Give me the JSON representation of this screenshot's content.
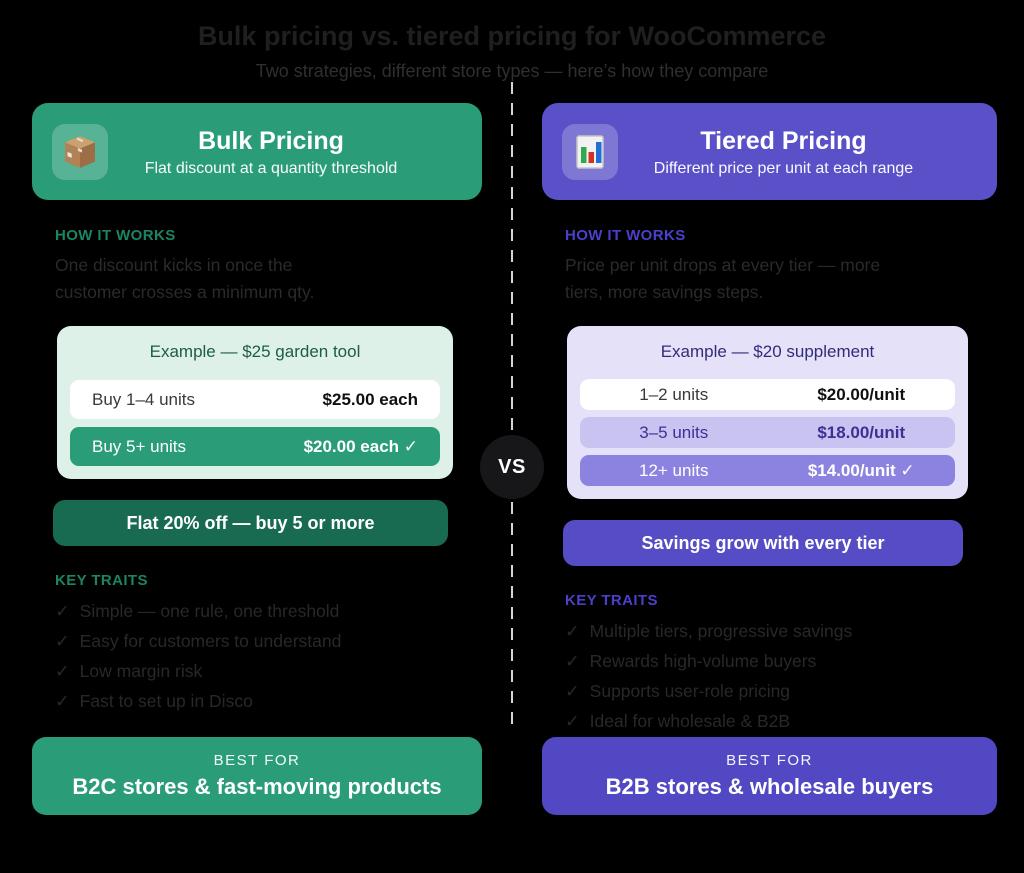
{
  "page": {
    "background": "#000000",
    "title": "Bulk pricing vs. tiered pricing for WooCommerce",
    "subtitle": "Two strategies, different store types — here’s how they compare",
    "vs": "VS"
  },
  "glyphs": {
    "check": "✓"
  },
  "colors": {
    "bulk_accent": "#2a9d78",
    "bulk_banner_dark": "#186b51",
    "bulk_box_bg": "#def1e8",
    "bulk_label": "#1b8465",
    "tiered_accent": "#5a51c8",
    "tiered_banner": "#564cc6",
    "tiered_best": "#5348c4",
    "tiered_box_bg": "#e4e1f9",
    "tiered_row_light": "#c9c3f1",
    "tiered_row_mid": "#8c83e1",
    "tiered_label": "#4b40cb",
    "divider_dash": "#d6d6d6",
    "vs_circle": "#17171a"
  },
  "bulk": {
    "icon": "package-icon",
    "title": "Bulk Pricing",
    "subtitle": "Flat discount at a quantity threshold",
    "how_label": "HOW IT WORKS",
    "how_text": "One discount kicks in once the customer crosses a minimum qty.",
    "example_title": "Example — $25 garden tool",
    "rows": [
      {
        "label": "Buy 1–4 units",
        "price": "$25.00 each"
      },
      {
        "label": "Buy 5+ units",
        "price": "$20.00 each ✓"
      }
    ],
    "banner": "Flat 20% off — buy 5 or more",
    "traits_label": "KEY TRAITS",
    "traits": [
      "Simple — one rule, one threshold",
      "Easy for customers to understand",
      "Low margin risk",
      "Fast to set up in Disco"
    ],
    "best_label": "BEST FOR",
    "best_text": "B2C stores & fast-moving products"
  },
  "tiered": {
    "icon": "bar-chart-icon",
    "title": "Tiered Pricing",
    "subtitle": "Different price per unit at each range",
    "how_label": "HOW IT WORKS",
    "how_text": "Price per unit drops at every tier — more tiers, more savings steps.",
    "example_title": "Example — $20 supplement",
    "rows": [
      {
        "label": "1–2 units",
        "price": "$20.00/unit"
      },
      {
        "label": "3–5 units",
        "price": "$18.00/unit"
      },
      {
        "label": "12+ units",
        "price": "$14.00/unit ✓"
      }
    ],
    "banner": "Savings grow with every tier",
    "traits_label": "KEY TRAITS",
    "traits": [
      "Multiple tiers, progressive savings",
      "Rewards high-volume buyers",
      "Supports user-role pricing",
      "Ideal for wholesale & B2B"
    ],
    "best_label": "BEST FOR",
    "best_text": "B2B stores & wholesale buyers"
  }
}
